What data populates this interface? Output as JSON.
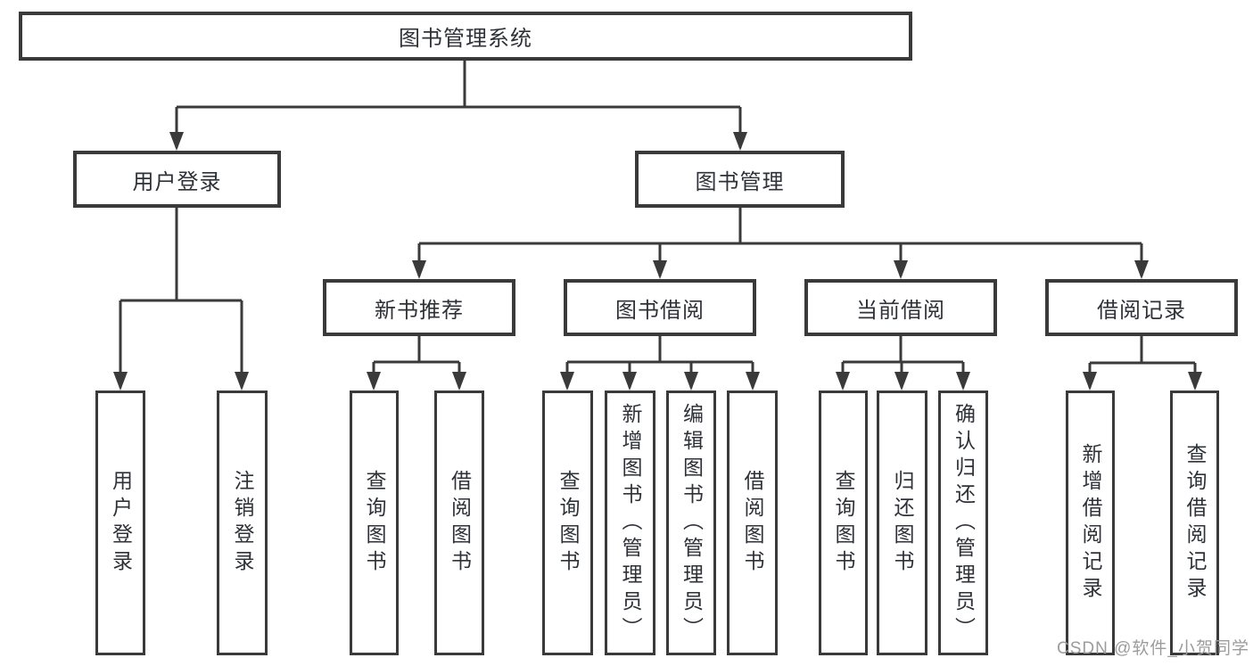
{
  "tree": {
    "label": "图书管理系统",
    "children": [
      {
        "label": "用户登录",
        "children": [
          {
            "label": "用户登录"
          },
          {
            "label": "注销登录"
          }
        ]
      },
      {
        "label": "图书管理",
        "children": [
          {
            "label": "新书推荐",
            "children": [
              {
                "label": "查询图书"
              },
              {
                "label": "借阅图书"
              }
            ]
          },
          {
            "label": "图书借阅",
            "children": [
              {
                "label": "查询图书"
              },
              {
                "label": "新增图书（管理员）"
              },
              {
                "label": "编辑图书（管理员）"
              },
              {
                "label": "借阅图书"
              }
            ]
          },
          {
            "label": "当前借阅",
            "children": [
              {
                "label": "查询图书"
              },
              {
                "label": "归还图书"
              },
              {
                "label": "确认归还（管理员）"
              }
            ]
          },
          {
            "label": "借阅记录",
            "children": [
              {
                "label": "新增借阅记录"
              },
              {
                "label": "查询借阅记录"
              }
            ]
          }
        ]
      }
    ]
  },
  "watermark": {
    "text": "CSDN @软件_小贺同学"
  },
  "colors": {
    "line": "#3a3a3a",
    "text": "#2e3238",
    "watermark": "#9c9c9c",
    "bg": "#ffffff"
  }
}
